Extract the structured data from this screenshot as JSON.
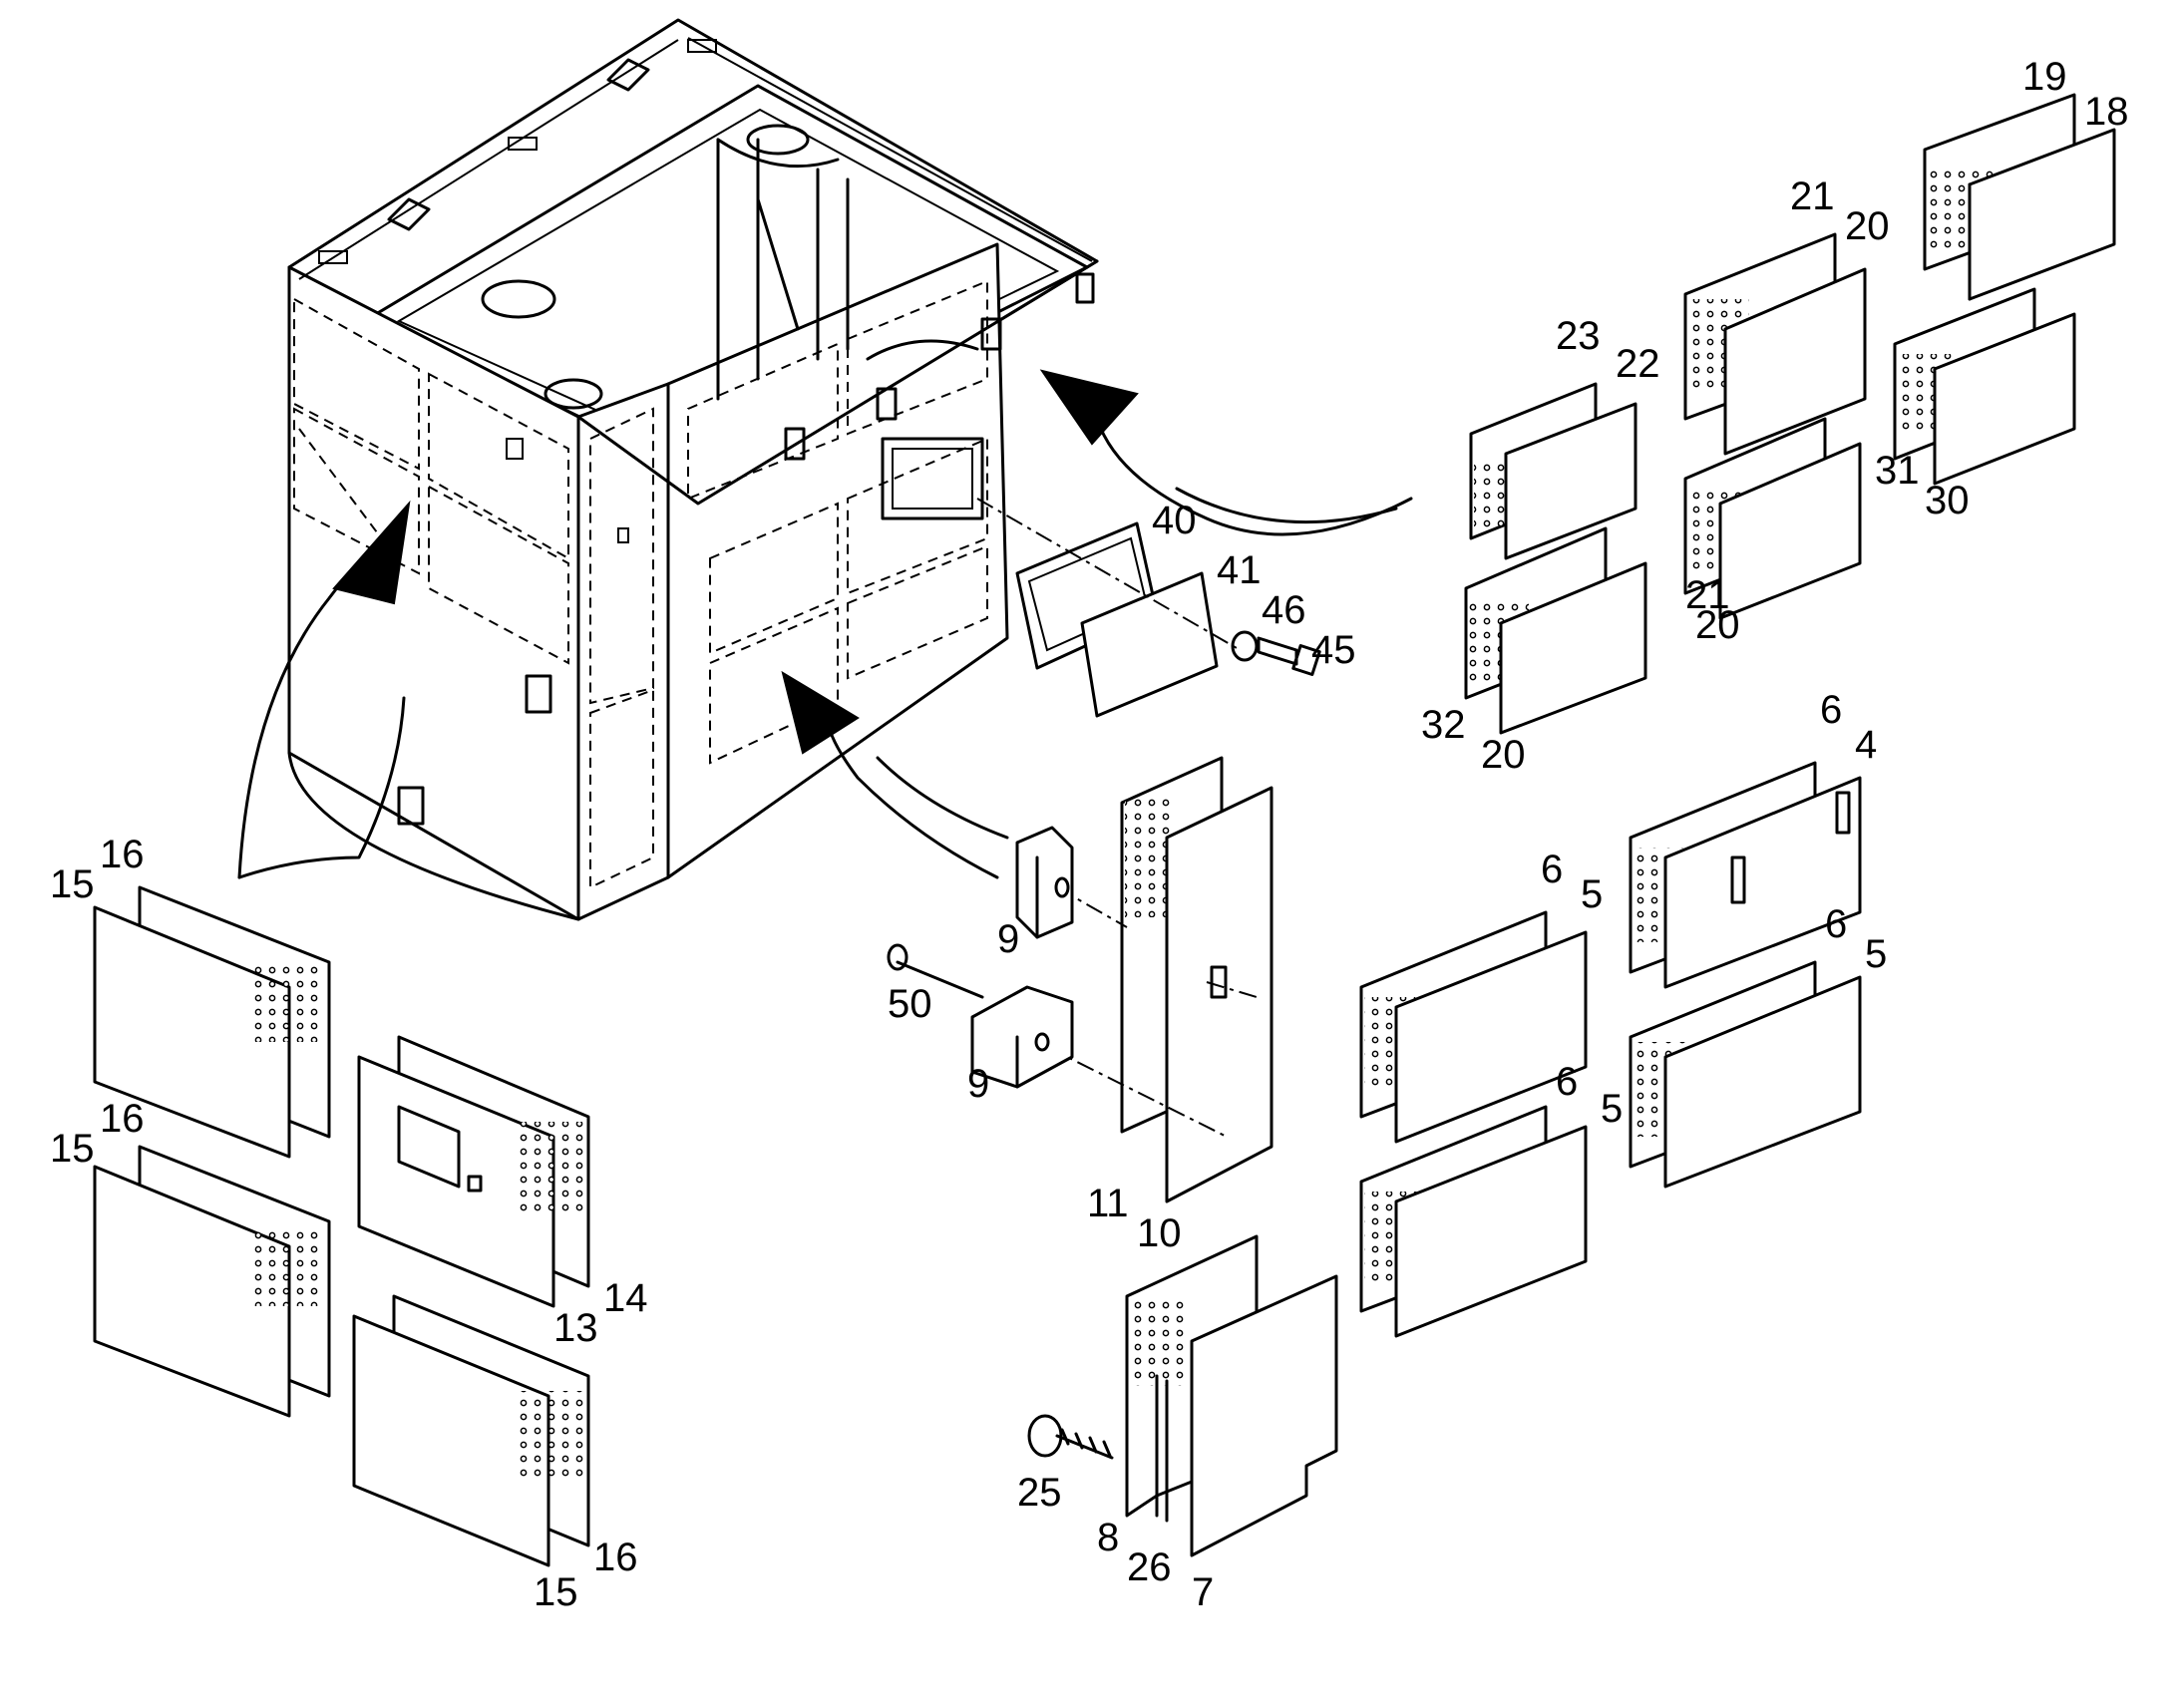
{
  "colors": {
    "line": "#000000",
    "background": "#ffffff"
  },
  "callouts": {
    "c19": "19",
    "c18": "18",
    "c21a": "21",
    "c20a": "20",
    "c23": "23",
    "c22": "22",
    "c31": "31",
    "c30": "30",
    "c21b": "21",
    "c20b": "20",
    "c32": "32",
    "c20c": "20",
    "c40": "40",
    "c41": "41",
    "c46": "46",
    "c45": "45",
    "c6a": "6",
    "c4": "4",
    "c6b": "6",
    "c5a": "5",
    "c6c": "6",
    "c5b": "5",
    "c6d": "6",
    "c5c": "5",
    "c9a": "9",
    "c9b": "9",
    "c50": "50",
    "c11": "11",
    "c10": "10",
    "c15a": "15",
    "c16a": "16",
    "c15b": "15",
    "c16b": "16",
    "c14": "14",
    "c13": "13",
    "c15c": "15",
    "c16c": "16",
    "c25": "25",
    "c8": "8",
    "c26": "26",
    "c7": "7"
  }
}
